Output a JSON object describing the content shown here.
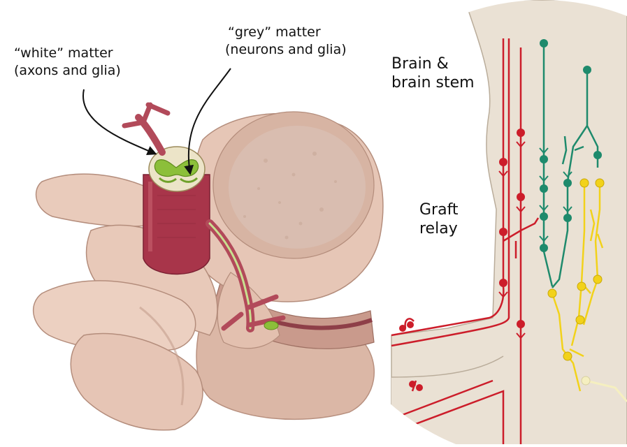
{
  "labels": {
    "white_matter": "“white” matter",
    "white_matter_detail": "(axons and glia)",
    "grey_matter": "“grey” matter",
    "grey_matter_detail": "(neurons and glia)",
    "brain_line1": "Brain &",
    "brain_line2": "brain stem",
    "graft_line1": "Graft",
    "graft_line2": "relay"
  },
  "colors": {
    "bone": "#e8cbbd",
    "bone_shadow": "#c9a595",
    "disc_top": "#d9b9a8",
    "cord_tissue": "#ece4c8",
    "grey_matter": "#8cbf3a",
    "nerve": "#b24a5a",
    "dura": "#a8354a",
    "cord_panel": "#eae1d4",
    "axon_red": "#cc1d2a",
    "neuron_green": "#1e8a6c",
    "neuron_yellow": "#f2d21a",
    "neuron_pale": "#f5efc0"
  }
}
